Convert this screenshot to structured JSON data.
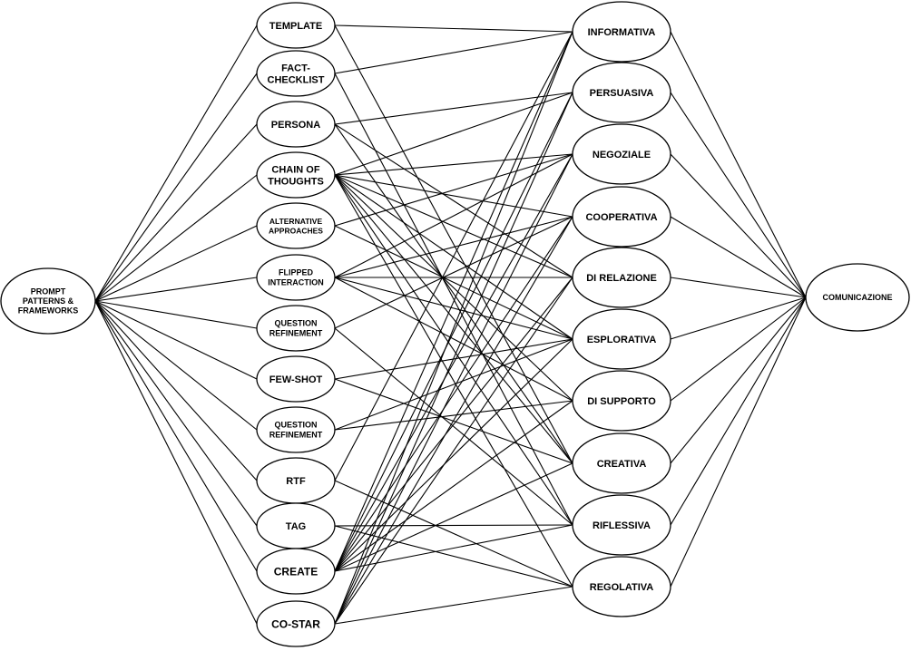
{
  "root": {
    "id": "prompt",
    "label_lines": [
      "PROMPT",
      "PATTERNS &",
      "FRAMEWORKS"
    ]
  },
  "target": {
    "id": "comunicazione",
    "label_lines": [
      "COMUNICAZIONE"
    ]
  },
  "patterns": [
    {
      "id": "template",
      "label_lines": [
        "TEMPLATE"
      ]
    },
    {
      "id": "fact-checklist",
      "label_lines": [
        "FACT-",
        "CHECKLIST"
      ]
    },
    {
      "id": "persona",
      "label_lines": [
        "PERSONA"
      ]
    },
    {
      "id": "chain-of-thoughts",
      "label_lines": [
        "CHAIN OF",
        "THOUGHTS"
      ]
    },
    {
      "id": "alternative-approaches",
      "label_lines": [
        "ALTERNATIVE",
        "APPROACHES"
      ]
    },
    {
      "id": "flipped-interaction",
      "label_lines": [
        "FLIPPED",
        "INTERACTION"
      ]
    },
    {
      "id": "question-refinement-1",
      "label_lines": [
        "QUESTION",
        "REFINEMENT"
      ]
    },
    {
      "id": "few-shot",
      "label_lines": [
        "FEW-SHOT"
      ]
    },
    {
      "id": "question-refinement-2",
      "label_lines": [
        "QUESTION",
        "REFINEMENT"
      ]
    },
    {
      "id": "rtf",
      "label_lines": [
        "RTF"
      ]
    },
    {
      "id": "tag",
      "label_lines": [
        "TAG"
      ]
    },
    {
      "id": "create",
      "label_lines": [
        "CREATE"
      ]
    },
    {
      "id": "co-star",
      "label_lines": [
        "CO-STAR"
      ]
    }
  ],
  "functions": [
    {
      "id": "informativa",
      "label_lines": [
        "INFORMATIVA"
      ]
    },
    {
      "id": "persuasiva",
      "label_lines": [
        "PERSUASIVA"
      ]
    },
    {
      "id": "negoziale",
      "label_lines": [
        "NEGOZIALE"
      ]
    },
    {
      "id": "cooperativa",
      "label_lines": [
        "COOPERATIVA"
      ]
    },
    {
      "id": "di-relazione",
      "label_lines": [
        "DI RELAZIONE"
      ]
    },
    {
      "id": "esplorativa",
      "label_lines": [
        "ESPLORATIVA"
      ]
    },
    {
      "id": "di-supporto",
      "label_lines": [
        "DI SUPPORTO"
      ]
    },
    {
      "id": "creativa",
      "label_lines": [
        "CREATIVA"
      ]
    },
    {
      "id": "riflessiva",
      "label_lines": [
        "RIFLESSIVA"
      ]
    },
    {
      "id": "regolativa",
      "label_lines": [
        "REGOLATIVA"
      ]
    }
  ],
  "connections": [
    {
      "from": "template",
      "to": [
        "informativa",
        "creativa"
      ]
    },
    {
      "from": "fact-checklist",
      "to": [
        "informativa",
        "riflessiva"
      ]
    },
    {
      "from": "persona",
      "to": [
        "persuasiva",
        "di-relazione",
        "creativa"
      ]
    },
    {
      "from": "chain-of-thoughts",
      "to": [
        "persuasiva",
        "negoziale",
        "cooperativa",
        "di-relazione",
        "esplorativa",
        "di-supporto",
        "creativa",
        "riflessiva",
        "regolativa"
      ]
    },
    {
      "from": "alternative-approaches",
      "to": [
        "negoziale",
        "esplorativa"
      ]
    },
    {
      "from": "flipped-interaction",
      "to": [
        "negoziale",
        "cooperativa",
        "di-relazione",
        "esplorativa",
        "di-supporto"
      ]
    },
    {
      "from": "question-refinement-1",
      "to": [
        "cooperativa",
        "riflessiva"
      ]
    },
    {
      "from": "few-shot",
      "to": [
        "esplorativa",
        "creativa"
      ]
    },
    {
      "from": "question-refinement-2",
      "to": [
        "di-supporto",
        "esplorativa"
      ]
    },
    {
      "from": "rtf",
      "to": [
        "informativa",
        "regolativa"
      ]
    },
    {
      "from": "tag",
      "to": [
        "riflessiva",
        "regolativa"
      ]
    },
    {
      "from": "create",
      "to": [
        "informativa",
        "persuasiva",
        "negoziale",
        "cooperativa",
        "di-relazione",
        "esplorativa",
        "di-supporto",
        "creativa",
        "riflessiva"
      ]
    },
    {
      "from": "co-star",
      "to": [
        "informativa",
        "persuasiva",
        "negoziale",
        "cooperativa",
        "di-relazione",
        "regolativa"
      ]
    }
  ]
}
